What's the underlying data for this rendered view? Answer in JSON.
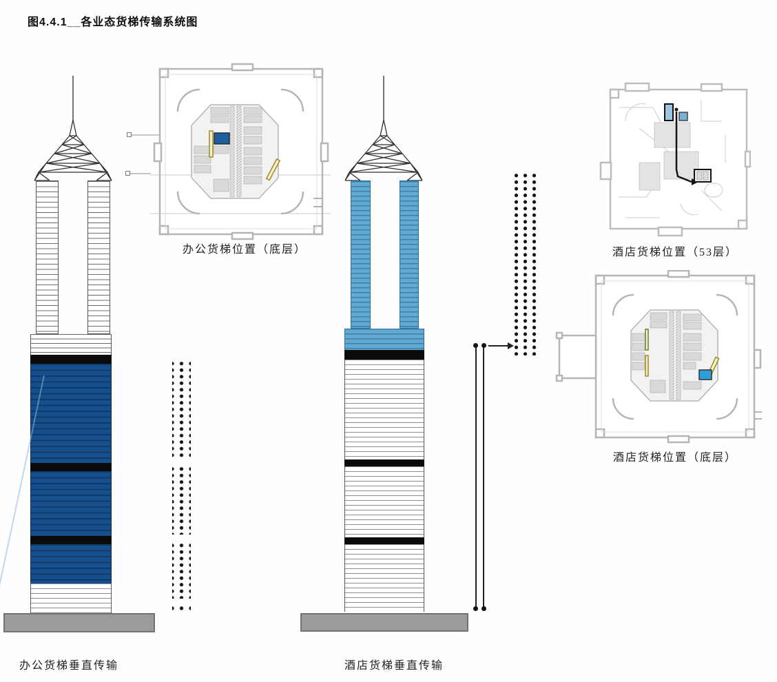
{
  "title": "图4.4.1__各业态货梯传输系统图",
  "figure": {
    "office_tower": {
      "caption": "办公货梯垂直传输"
    },
    "hotel_tower": {
      "caption": "酒店货梯垂直传输"
    },
    "plan_office_ground": {
      "caption": "办公货梯位置（底层）"
    },
    "plan_hotel_53": {
      "caption": "酒店货梯位置（53层）"
    },
    "plan_hotel_ground": {
      "caption": "酒店货梯位置（底层）"
    }
  },
  "colors": {
    "office_zone_blue": "#15508C",
    "office_zone_line": "#0D3A6B",
    "hotel_zone_blue": "#63A9D2",
    "hotel_zone_line": "#3B80AC",
    "band_black": "#0B0B0B",
    "base_gray": "#9B9B9B",
    "plan_wall_gray": "#B5B5B5",
    "office_elevator_highlight": "#1D5FA0",
    "hotel_53f_elevator_highlight": "#9CC6E0",
    "hotel_ground_elevator_highlight": "#2E9FD8",
    "route_black": "#141414",
    "dot_black": "#111111"
  }
}
